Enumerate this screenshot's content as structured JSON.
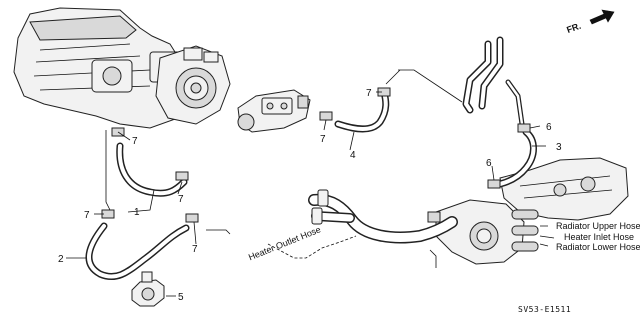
{
  "direction_label": "FR.",
  "callouts": {
    "c1": "1",
    "c2": "2",
    "c3": "3",
    "c4": "4",
    "c5": "5",
    "c6a": "6",
    "c6b": "6",
    "c7a": "7",
    "c7b": "7",
    "c7c": "7",
    "c7d": "7",
    "c7e": "7"
  },
  "hose_labels": {
    "heater_outlet": "Heater Outlet Hose",
    "radiator_upper": "Radiator Upper Hose",
    "heater_inlet": "Heater Inlet Hose",
    "radiator_lower": "Radiator Lower Hose"
  },
  "diagram_code": "SV53-E1511",
  "colors": {
    "line": "#222222",
    "background": "#ffffff"
  }
}
